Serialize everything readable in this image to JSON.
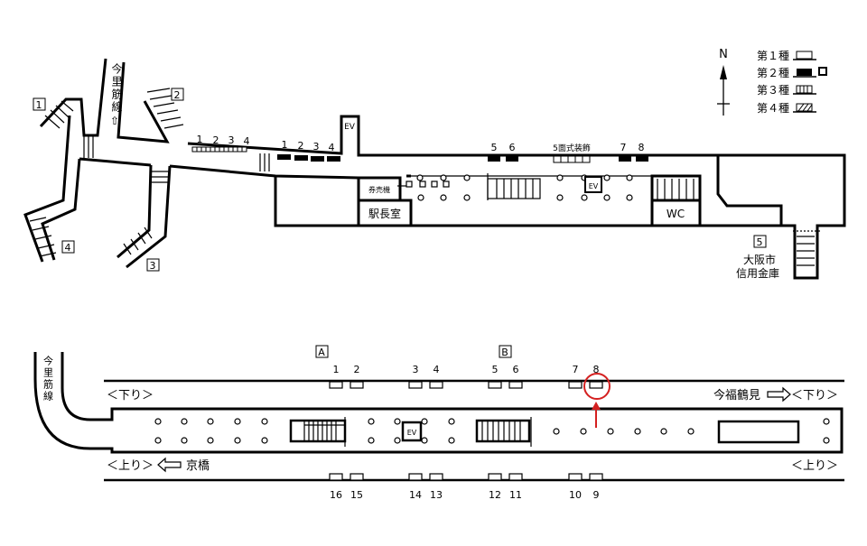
{
  "legend": {
    "north": "N",
    "items": [
      {
        "label": "第１種",
        "style": "outline"
      },
      {
        "label": "第２種",
        "style": "solid"
      },
      {
        "label": "第３種",
        "style": "striped"
      },
      {
        "label": "第４種",
        "style": "hatched"
      }
    ]
  },
  "concourse": {
    "exits": [
      "1",
      "2",
      "3",
      "4",
      "5"
    ],
    "line_label": "今里筋線",
    "line_arrow": "⇧",
    "ev": "EV",
    "ticket_machine": "券売機",
    "station_office": "駅長室",
    "wc": "WC",
    "exit5_place": [
      "大阪市",
      "信用金庫"
    ],
    "decor_label": "5面式装飾",
    "ad_group1": [
      "1",
      "2",
      "3",
      "4"
    ],
    "ad_group2": [
      "1",
      "2",
      "3",
      "4"
    ],
    "ad_group3": [
      "5",
      "6",
      "7",
      "8"
    ]
  },
  "platform": {
    "line_label": "今里筋線",
    "ev": "EV",
    "gate_a": "A",
    "gate_b": "B",
    "top_doors": [
      "1",
      "2",
      "3",
      "4",
      "5",
      "6",
      "7",
      "8"
    ],
    "bottom_doors": [
      "16",
      "15",
      "14",
      "13",
      "12",
      "11",
      "10",
      "9"
    ],
    "down_left": "＜下り＞",
    "down_right_dest": "今福鶴見",
    "down_right": "＜下り＞",
    "up_left": "＜上り＞",
    "up_left_dest": "京橋",
    "up_right": "＜上り＞",
    "highlight": {
      "door": "8",
      "color": "#d42020"
    }
  }
}
